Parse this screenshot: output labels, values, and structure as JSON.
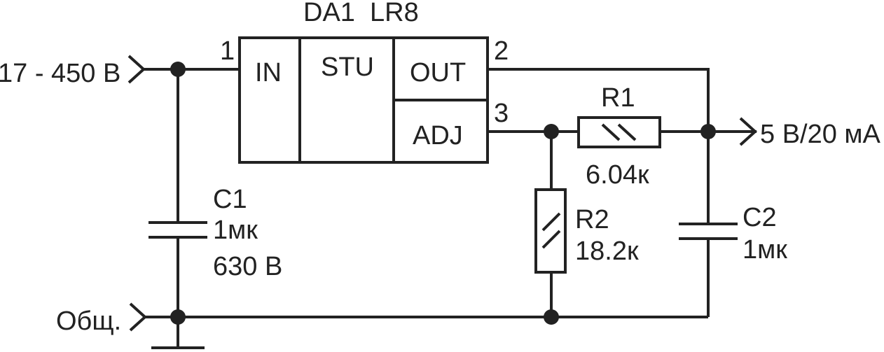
{
  "chip": {
    "ref": "DA1",
    "part": "LR8",
    "blocks": [
      "IN",
      "STU",
      "OUT",
      "ADJ"
    ],
    "pins": [
      "1",
      "2",
      "3"
    ]
  },
  "input": {
    "label": "17 - 450 В"
  },
  "ground": {
    "label": "Общ."
  },
  "output": {
    "label": "5 В/20 мА"
  },
  "r1": {
    "ref": "R1",
    "value": "6.04к"
  },
  "r2": {
    "ref": "R2",
    "value": "18.2к"
  },
  "c1": {
    "ref": "C1",
    "value": "1мк",
    "voltage": "630 В"
  },
  "c2": {
    "ref": "C2",
    "value": "1мк"
  }
}
